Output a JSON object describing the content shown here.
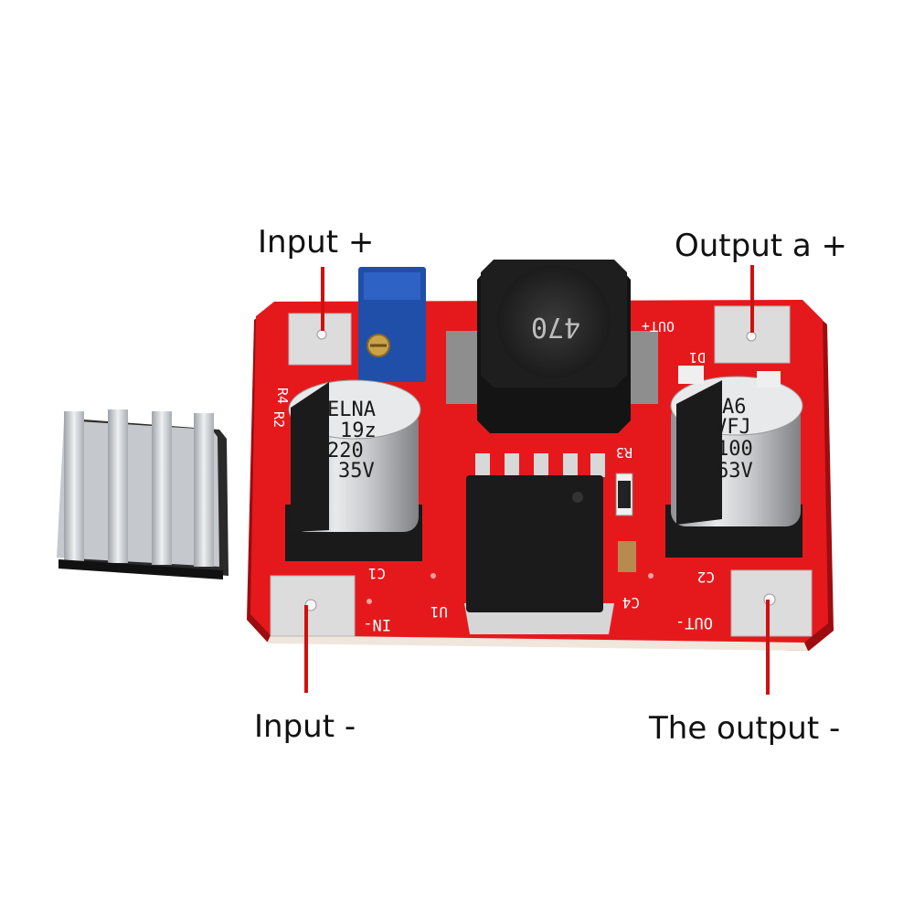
{
  "callouts": {
    "input_positive": "Input +",
    "output_positive": "Output a +",
    "input_negative": "Input -",
    "output_negative": "The output -"
  },
  "silkscreen": {
    "out_plus": "OUT+",
    "out_minus": "OUT-",
    "in_minus": "IN-",
    "c1": "C1",
    "c2": "C2",
    "c4": "C4",
    "u1": "U1",
    "d1": "D1",
    "r3": "R3",
    "r4": "R4",
    "r2": "R2"
  },
  "components": {
    "inductor_marking": "470",
    "cap_in_lines": [
      "ELNA",
      "19z",
      "220",
      "35V"
    ],
    "cap_out_lines": [
      "A6",
      "VFJ",
      "100",
      "63V"
    ]
  },
  "colors": {
    "pcb": "#e5191c",
    "pad": "#d9d9d9",
    "callout_line": "#d01010",
    "trimmer": "#1f4fa8"
  }
}
